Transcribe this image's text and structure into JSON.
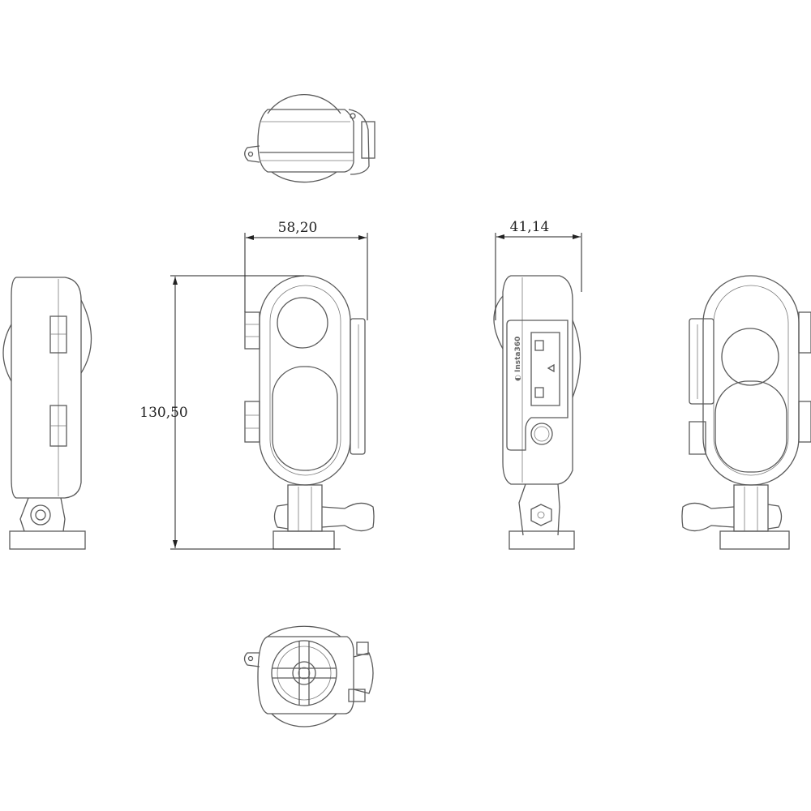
{
  "dimensions": {
    "width": "58,20",
    "depth": "41,14",
    "height": "130,50"
  },
  "logo_text": "Insta360",
  "colors": {
    "line": "#5a5a5a",
    "dimension": "#222222",
    "background": "#ffffff"
  }
}
